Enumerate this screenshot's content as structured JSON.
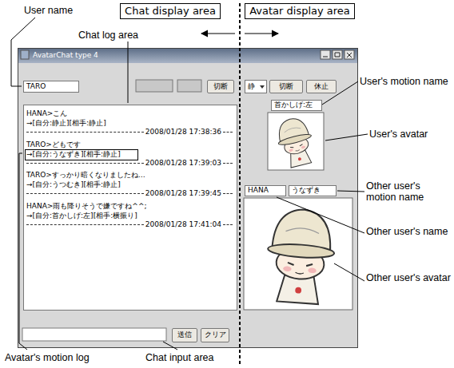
{
  "diagram": {
    "nodes": [
      {
        "text": [
          "AvatarChat type 4"
        ]
      },
      {
        "text": [
          "Chat display area"
        ]
      },
      {
        "text": [
          "Avatar display area"
        ]
      },
      {
        "text": [
          "TARO"
        ],
        "in": 0
      },
      {
        "text": [
          "切断"
        ],
        "in": 0
      },
      {
        "text": [
          "静"
        ],
        "in": 0
      },
      {
        "text": [
          "切断"
        ],
        "in": 0
      },
      {
        "text": [
          "休止"
        ],
        "in": 0
      },
      {
        "text": [
          "首かしげ:左"
        ],
        "in": 0
      },
      {
        "text": [
          "HANA"
        ],
        "in": 0
      },
      {
        "text": [
          "うなずき"
        ],
        "in": 0
      },
      {
        "text": [
          "HANA>こん",
          "→[自分:静止][相手:静止]",
          "2008/01/28 17:38:36",
          "TARO>どもです",
          "→[自分:うなずき][相手:静止]",
          "2008/01/28 17:39:03",
          "TARO>すっかり暗くなりましたね…",
          "→[自分:うつむき][相手:静止]",
          "2008/01/28 17:39:45",
          "HANA>雨も降りそうで嫌ですね^^;",
          "→[自分:首かしげ:左][相手:横振り]",
          "2008/01/28 17:41:04"
        ],
        "in": 0
      },
      {
        "text": [
          "送信"
        ],
        "in": 0
      },
      {
        "text": [
          "クリア"
        ],
        "in": 0
      }
    ],
    "labels": [
      "User name",
      "Chat log area",
      "User's motion name",
      "User's avatar",
      "Other user's motion name",
      "Other user's name",
      "Other user's avatar",
      "Avatar's motion log",
      "Chat input area"
    ]
  }
}
